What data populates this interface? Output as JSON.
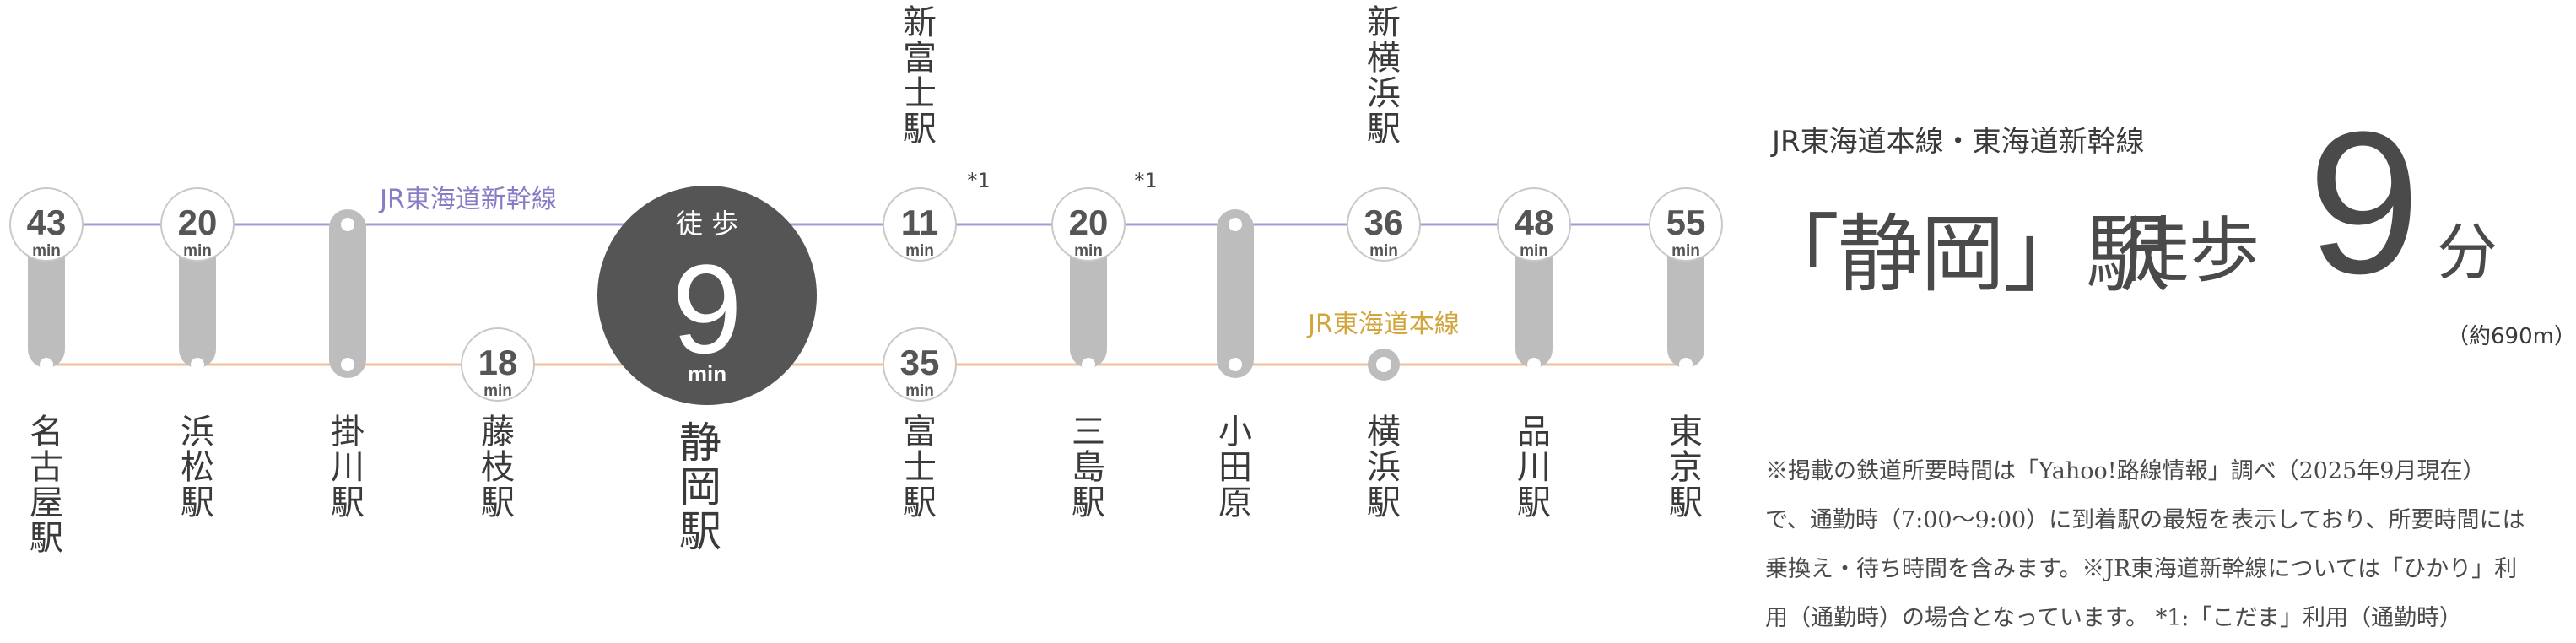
{
  "map": {
    "colors": {
      "shinkansen": "#a79bd4",
      "tokaido": "#f2bf98",
      "grey": "#bdbdbd",
      "dark": "#555555",
      "circle_border": "#c8c8c8",
      "line_label_shinkansen": "#8a7cc4",
      "line_label_tokaido": "#d4a43c"
    },
    "line_labels": {
      "shinkansen": "JR東海道新幹線",
      "tokaido": "JR東海道本線"
    },
    "unit": "min",
    "origin": {
      "walk_label": "徒 歩",
      "minutes": "9",
      "unit": "min",
      "name": "静\n岡\n駅"
    },
    "stations": [
      {
        "id": "nagoya",
        "name": "名\n古\n屋\n駅",
        "shinkansen_min": "43",
        "tokaido_min": null
      },
      {
        "id": "hamamatsu",
        "name": "浜\n松\n駅",
        "shinkansen_min": "20",
        "tokaido_min": null
      },
      {
        "id": "kakegawa",
        "name": "掛\n川\n駅",
        "shinkansen_min": null,
        "tokaido_min": null
      },
      {
        "id": "fujieda",
        "name": "藤\n枝\n駅",
        "shinkansen_min": null,
        "tokaido_min": "18"
      },
      {
        "id": "fuji",
        "name": "富\n士\n駅",
        "shinkansen_min": null,
        "tokaido_min": "35"
      },
      {
        "id": "shinfuji",
        "name": "新\n富\n士\n駅",
        "shinkansen_min": "11",
        "tokaido_min": null,
        "note": "*1"
      },
      {
        "id": "mishima",
        "name": "三\n島\n駅",
        "shinkansen_min": "20",
        "tokaido_min": null,
        "note": "*1"
      },
      {
        "id": "odawara",
        "name": "小\n田\n原",
        "shinkansen_min": null,
        "tokaido_min": null
      },
      {
        "id": "yokohama",
        "name": "横\n浜\n駅",
        "shinkansen_min": null,
        "tokaido_min": null
      },
      {
        "id": "shinyokohama",
        "name": "新\n横\n浜\n駅",
        "shinkansen_min": "36",
        "tokaido_min": null
      },
      {
        "id": "shinagawa",
        "name": "品\n川\n駅",
        "shinkansen_min": "48",
        "tokaido_min": null
      },
      {
        "id": "tokyo",
        "name": "東\n京\n駅",
        "shinkansen_min": "55",
        "tokaido_min": null
      }
    ]
  },
  "info": {
    "route_title": "JR東海道本線・東海道新幹線",
    "station_text": "「静岡」駅",
    "walk_text": "徒歩",
    "walk_minutes": "9",
    "unit_text": "分",
    "distance": "（約690m）",
    "note": "※掲載の鉄道所要時間は「Yahoo!路線情報」調べ（2025年9月現在）で、通勤時（7:00〜9:00）に到着駅の最短を表示しており、所要時間には乗換え・待ち時間を含みます。※JR東海道新幹線については「ひかり」利用（通勤時）の場合となっています。 *1:「こだま」利用（通勤時）"
  }
}
